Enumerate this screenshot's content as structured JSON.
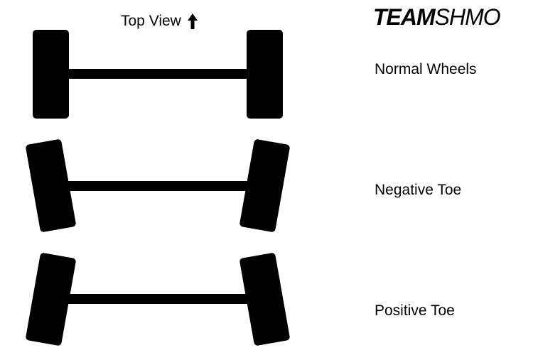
{
  "header": {
    "view_label": "Top View",
    "view_icon": "up-arrow-icon"
  },
  "brand": {
    "strong": "TEAM",
    "light": "SHMO"
  },
  "rows": [
    {
      "label": "Normal Wheels",
      "toe": "neutral"
    },
    {
      "label": "Negative Toe",
      "toe": "negative"
    },
    {
      "label": "Positive Toe",
      "toe": "positive"
    }
  ],
  "colors": {
    "ink": "#000000",
    "background": "#ffffff"
  }
}
